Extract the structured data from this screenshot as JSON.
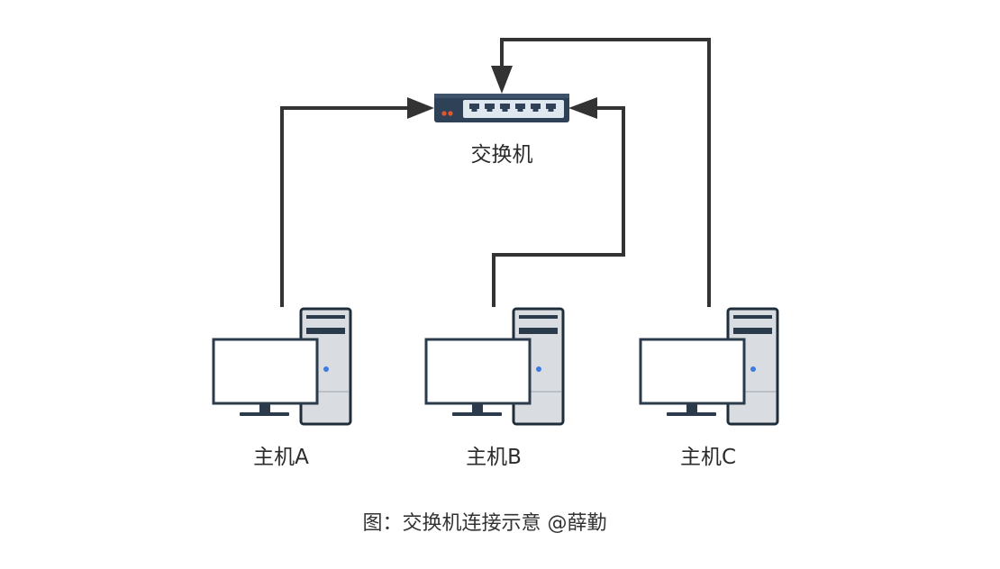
{
  "switch": {
    "label": "交换机",
    "port_count": 6
  },
  "hosts": [
    {
      "label": "主机A"
    },
    {
      "label": "主机B"
    },
    {
      "label": "主机C"
    }
  ],
  "caption": "图：交换机连接示意 @薛勤",
  "colors": {
    "line": "#333333",
    "switch_body": "#2f4157",
    "switch_panel": "#dfe7ef",
    "switch_led": "#e4572e",
    "tower": "#d9dde1",
    "tower_outline": "#1f2d3a",
    "power_led": "#3d7be0",
    "monitor_screen": "#ffffff",
    "monitor_frame": "#2b3b4c"
  }
}
